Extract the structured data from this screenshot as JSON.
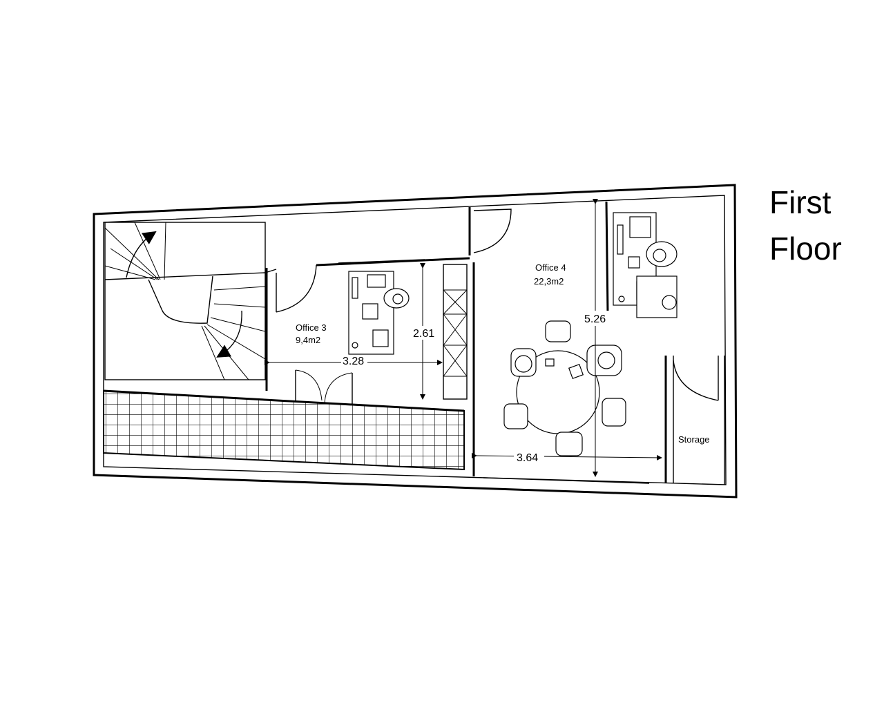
{
  "floor_title": {
    "line1": "First",
    "line2": "Floor"
  },
  "rooms": {
    "office3": {
      "name": "Office 3",
      "area": "9,4m2",
      "width": "3.28",
      "depth": "2.61"
    },
    "office4": {
      "name": "Office 4",
      "area": "22,3m2",
      "width": "3.64",
      "depth": "5.26"
    },
    "storage": {
      "name": "Storage"
    }
  }
}
